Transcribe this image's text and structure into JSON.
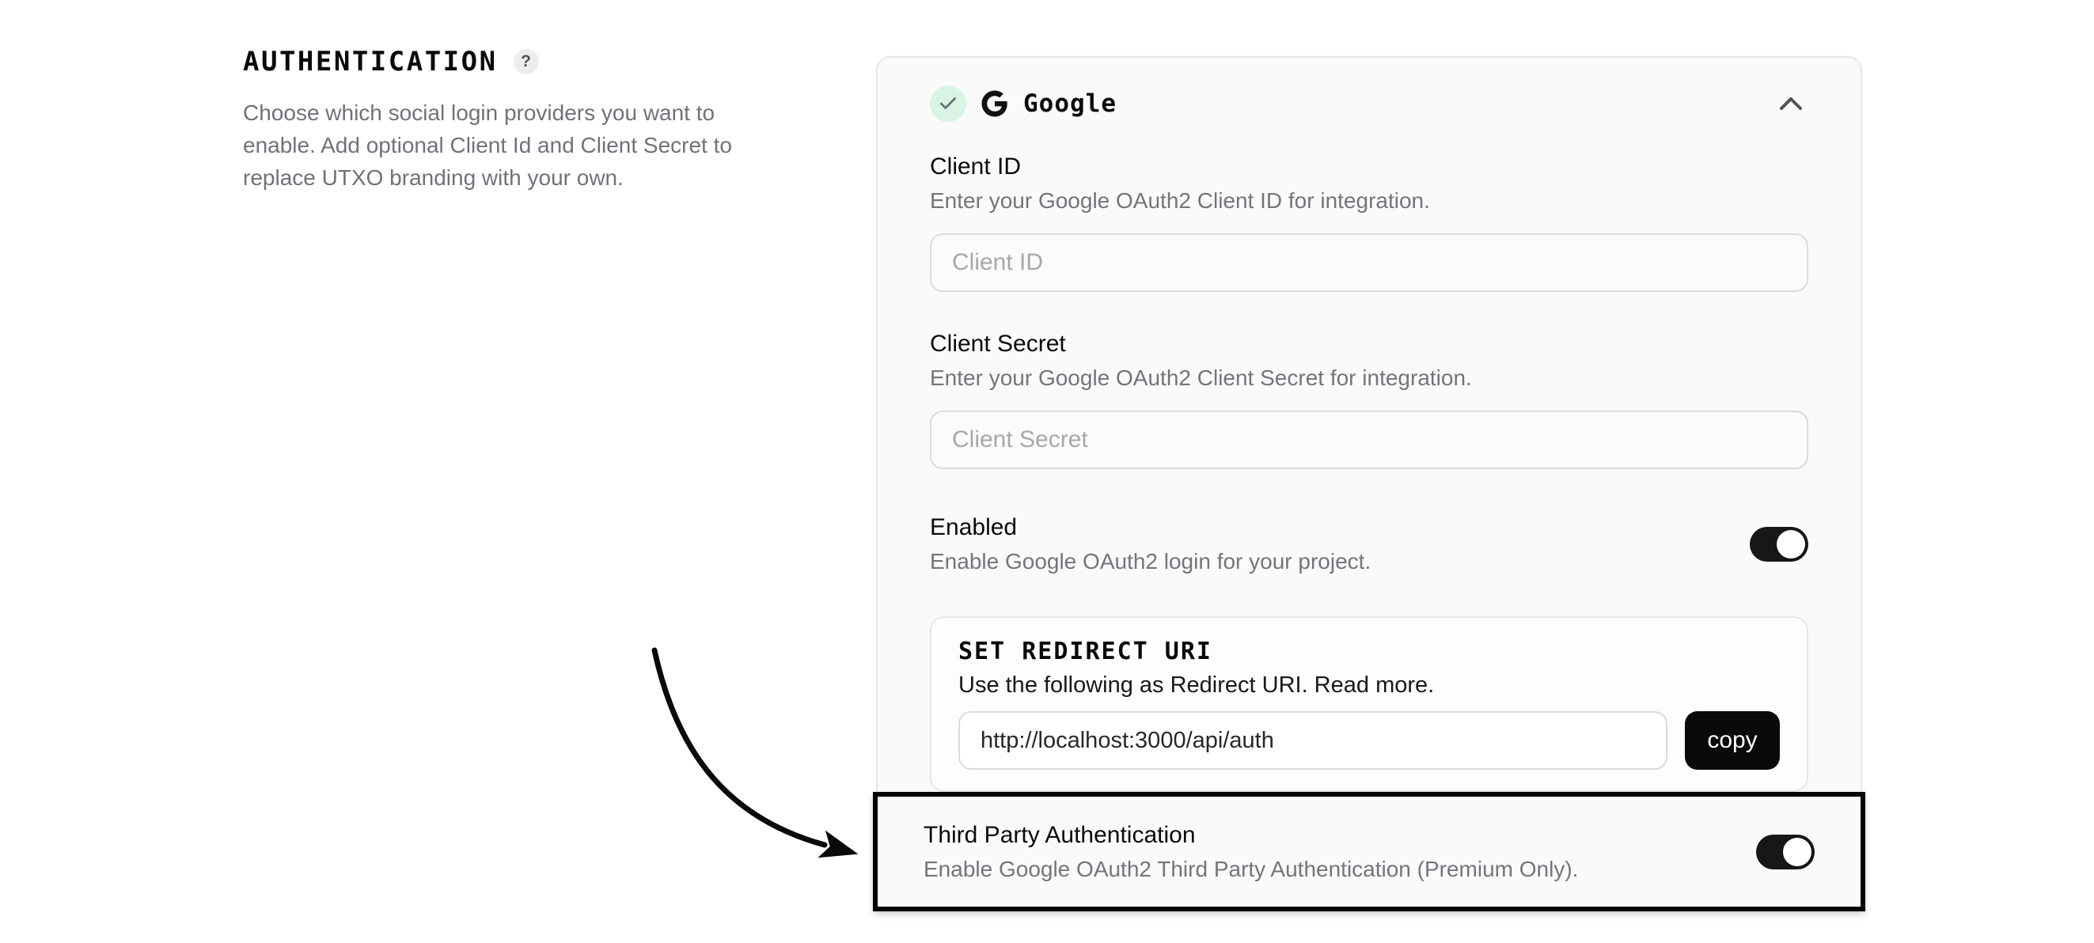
{
  "intro": {
    "title": "AUTHENTICATION",
    "help_icon_glyph": "?",
    "description": "Choose which social login providers you want to\nenable. Add optional Client Id and Client Secret to\nreplace UTXO branding with your own."
  },
  "provider_card": {
    "name": "Google",
    "status": "configured",
    "collapse_state": "expanded",
    "fields": [
      {
        "label": "Client ID",
        "description": "Enter your Google OAuth2 Client ID for integration.",
        "placeholder": "Client ID",
        "value": ""
      },
      {
        "label": "Client Secret",
        "description": "Enter your Google OAuth2 Client Secret for integration.",
        "placeholder": "Client Secret",
        "value": ""
      }
    ],
    "enabled_toggle": {
      "label": "Enabled",
      "description": "Enable Google OAuth2 login for your project.",
      "state": "on"
    },
    "redirect_uri": {
      "title": "SET REDIRECT URI",
      "description": "Use the following as Redirect URI. Read more.",
      "value": "http://localhost:3000/api/auth",
      "copy_label": "copy"
    },
    "third_party": {
      "label": "Third Party Authentication",
      "description": "Enable Google OAuth2 Third Party Authentication (Premium Only).",
      "state": "on",
      "highlighted": true
    }
  },
  "colors": {
    "page_bg": "#ffffff",
    "card_bg": "#fafafa",
    "check_circle_bg": "#d9f4e4",
    "check_mark": "#6b7280",
    "toggle_on": "#17171a",
    "copy_button_bg": "#0a0a0a",
    "highlight_border": "#050505",
    "muted_text": "#71717a"
  }
}
